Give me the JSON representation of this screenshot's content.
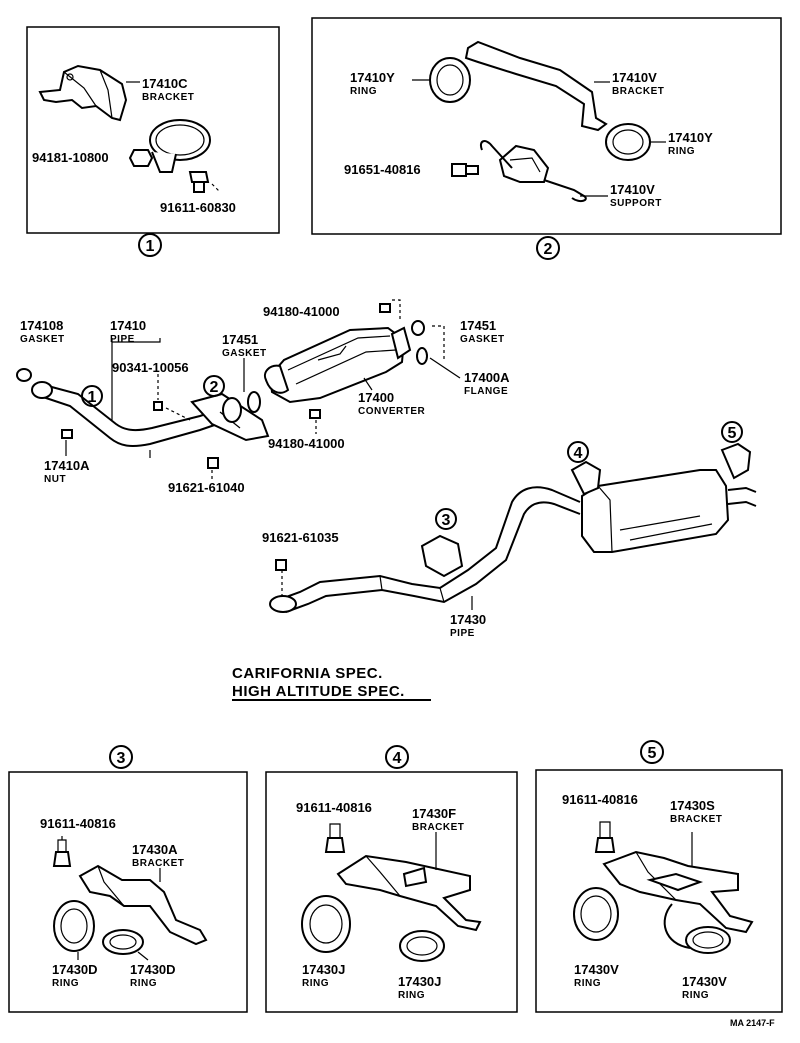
{
  "panel1": {
    "callout": "1",
    "bracket_pn": "17410C",
    "bracket_desc": "BRACKET",
    "nut_pn": "94181-10800",
    "bolt_pn": "91611-60830"
  },
  "panel2": {
    "callout": "2",
    "ring_pn": "17410Y",
    "ring_desc": "RING",
    "bracket_pn": "17410V",
    "bracket_desc": "BRACKET",
    "ring2_pn": "17410Y",
    "ring2_desc": "RING",
    "bolt_pn": "91651-40816",
    "support_pn": "17410V",
    "support_desc": "SUPPORT"
  },
  "main": {
    "gasket_l_pn": "174108",
    "gasket_l_desc": "GASKET",
    "pipe_pn": "17410",
    "pipe_desc": "PIPE",
    "bolt_90341": "90341-10056",
    "gasket_m_pn": "17451",
    "gasket_m_desc": "GASKET",
    "nut_top": "94180-41000",
    "gasket_r_pn": "17451",
    "gasket_r_desc": "GASKET",
    "flange_pn": "17400A",
    "flange_desc": "FLANGE",
    "converter_pn": "17400",
    "converter_desc": "CONVERTER",
    "nut_bottom": "94180-41000",
    "nut_pn": "17410A",
    "nut_desc": "NUT",
    "bolt_61040": "91621-61040",
    "bolt_61035": "91621-61035",
    "pipe2_pn": "17430",
    "pipe2_desc": "PIPE",
    "callouts": [
      "1",
      "2",
      "3",
      "4",
      "5"
    ]
  },
  "spec": {
    "line1": "CARIFORNIA SPEC.",
    "line2": "HIGH ALTITUDE SPEC."
  },
  "panel3": {
    "callout": "3",
    "bolt_pn": "91611-40816",
    "bracket_pn": "17430A",
    "bracket_desc": "BRACKET",
    "ring_a_pn": "17430D",
    "ring_a_desc": "RING",
    "ring_b_pn": "17430D",
    "ring_b_desc": "RING"
  },
  "panel4": {
    "callout": "4",
    "bolt_pn": "91611-40816",
    "bracket_pn": "17430F",
    "bracket_desc": "BRACKET",
    "ring_a_pn": "17430J",
    "ring_a_desc": "RING",
    "ring_b_pn": "17430J",
    "ring_b_desc": "RING"
  },
  "panel5": {
    "callout": "5",
    "bolt_pn": "91611-40816",
    "bracket_pn": "17430S",
    "bracket_desc": "BRACKET",
    "ring_a_pn": "17430V",
    "ring_a_desc": "RING",
    "ring_b_pn": "17430V",
    "ring_b_desc": "RING"
  },
  "footer": {
    "code": "MA 2147-F"
  }
}
